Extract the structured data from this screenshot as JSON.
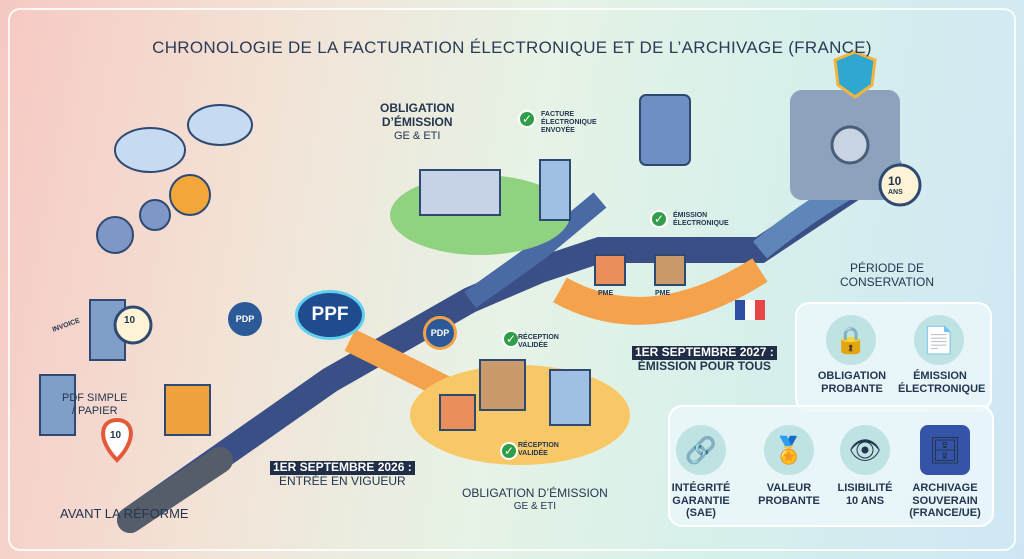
{
  "title": "Chronologie de la facturation électronique et de l’archivage (France)",
  "left": {
    "invoice": "Invoice",
    "pdf_papier": [
      "PDF simple",
      "/ papier"
    ],
    "avant": "Avant la réforme",
    "ten": "10",
    "ans": "ans"
  },
  "hub": {
    "ppf": "PPF",
    "pdp": "PDP"
  },
  "top": {
    "obligation": [
      "Obligation",
      "d’émission",
      "GE & ETI"
    ],
    "facture": [
      "Facture",
      "électronique",
      "envoyée"
    ],
    "emission": [
      "Émission",
      "électronique"
    ],
    "pme": "PME"
  },
  "mid": {
    "date2026": "1er septembre 2026 :",
    "date2026_sub": "Entrée en vigueur",
    "reception": [
      "Réception",
      "validée"
    ],
    "obligation_bottom": "Obligation d’émission",
    "obligation_bottom_sub": "GE & ETI"
  },
  "date2027": "1er septembre 2027 :",
  "date2027_sub": "Émission pour tous",
  "conservation": {
    "title": [
      "Période de",
      "conservation"
    ],
    "items": [
      {
        "icon": "lock-icon",
        "label": [
          "Obligation",
          "probante"
        ]
      },
      {
        "icon": "document-check-icon",
        "label": [
          "Émission",
          "électronique"
        ]
      },
      {
        "icon": "chain-lock-icon",
        "label": [
          "Intégrité",
          "garantie",
          "(SAE)"
        ]
      },
      {
        "icon": "award-ribbon-icon",
        "label": [
          "Valeur",
          "probante"
        ]
      },
      {
        "icon": "eye-calendar-icon",
        "label": [
          "Lisibilité",
          "10 ans"
        ]
      },
      {
        "icon": "france-safe-icon",
        "label": [
          "Archivage",
          "souverain",
          "(France/UE)"
        ]
      }
    ]
  },
  "colors": {
    "road": "#3a4f86",
    "orange_branch": "#f4b64b",
    "green_platform": "#8fd27f",
    "check": "#2e9e48",
    "ppf": "#1f4c8f"
  }
}
